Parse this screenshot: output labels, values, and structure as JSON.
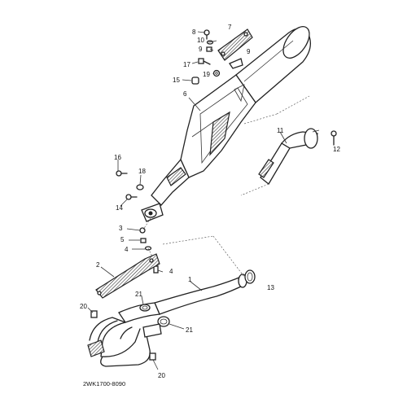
{
  "diagram": {
    "labels": {
      "p1": "1",
      "p2": "2",
      "p3": "3",
      "p4a": "4",
      "p4b": "4",
      "p5": "5",
      "p6": "6",
      "p7": "7",
      "p8": "8",
      "p9a": "9",
      "p9b": "9",
      "p10": "10",
      "p11": "11",
      "p12": "12",
      "p13": "13",
      "p14": "14",
      "p15": "15",
      "p16": "16",
      "p17": "17",
      "p18": "18",
      "p19": "19",
      "p20a": "20",
      "p20b": "20",
      "p21a": "21",
      "p21b": "21"
    },
    "figure_code": "2WK1700-8090"
  }
}
